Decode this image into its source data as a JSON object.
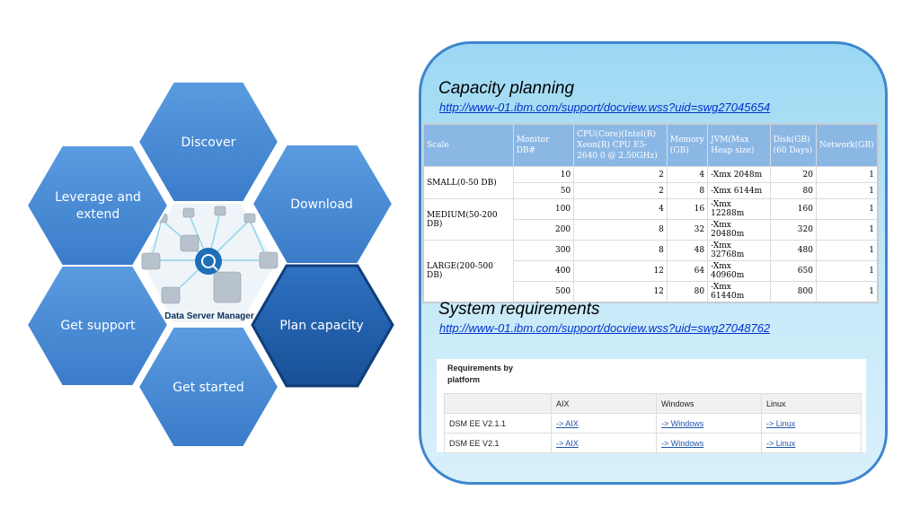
{
  "hexagons": {
    "discover": "Discover",
    "download": "Download",
    "leverage_line1": "Leverage and",
    "leverage_line2": "extend",
    "get_support": "Get support",
    "plan_capacity": "Plan capacity",
    "get_started": "Get started"
  },
  "center": {
    "label": "Data Server Manager"
  },
  "capacity": {
    "title": "Capacity planning",
    "link": "http://www-01.ibm.com/support/docview.wss?uid=swg27045654",
    "headers": [
      "Scale",
      "Monitor DB#",
      "CPU(Core)(Intel(R) Xeon(R) CPU E5-2640 0 @ 2.50GHz)",
      "Memory (GB)",
      "JVM(Max Heap size)",
      "Disk(GB) (60 Days)",
      "Network(GB)"
    ],
    "groups": [
      {
        "scale": "SMALL(0-50 DB)",
        "rows": [
          {
            "db": "10",
            "cpu": "2",
            "mem": "4",
            "jvm": "-Xmx 2048m",
            "disk": "20",
            "net": "1"
          },
          {
            "db": "50",
            "cpu": "2",
            "mem": "8",
            "jvm": "-Xmx 6144m",
            "disk": "80",
            "net": "1"
          }
        ]
      },
      {
        "scale": "MEDIUM(50-200 DB)",
        "rows": [
          {
            "db": "100",
            "cpu": "4",
            "mem": "16",
            "jvm": "-Xmx 12288m",
            "disk": "160",
            "net": "1"
          },
          {
            "db": "200",
            "cpu": "8",
            "mem": "32",
            "jvm": "-Xmx 20480m",
            "disk": "320",
            "net": "1"
          }
        ]
      },
      {
        "scale": "LARGE(200-500 DB)",
        "rows": [
          {
            "db": "300",
            "cpu": "8",
            "mem": "48",
            "jvm": "-Xmx 32768m",
            "disk": "480",
            "net": "1"
          },
          {
            "db": "400",
            "cpu": "12",
            "mem": "64",
            "jvm": "-Xmx 40960m",
            "disk": "650",
            "net": "1"
          },
          {
            "db": "500",
            "cpu": "12",
            "mem": "80",
            "jvm": "-Xmx 61440m",
            "disk": "800",
            "net": "1"
          }
        ]
      }
    ]
  },
  "system": {
    "title": "System requirements",
    "link": "http://www-01.ibm.com/support/docview.wss?uid=swg27048762",
    "req_title_line1": "Requirements by",
    "req_title_line2": "platform",
    "headers": [
      "",
      "AIX",
      "Windows",
      "Linux"
    ],
    "rows": [
      {
        "product": "DSM EE V2.1.1",
        "aix": "-> AIX",
        "windows": "-> Windows",
        "linux": "-> Linux"
      },
      {
        "product": "DSM EE V2.1",
        "aix": "-> AIX",
        "windows": "-> Windows",
        "linux": "-> Linux"
      }
    ]
  },
  "colors": {
    "hex_blue": "#4a8ed8",
    "hex_selected": "#1f5da8",
    "panel_border": "#3f86cf",
    "link": "#0033cc"
  }
}
